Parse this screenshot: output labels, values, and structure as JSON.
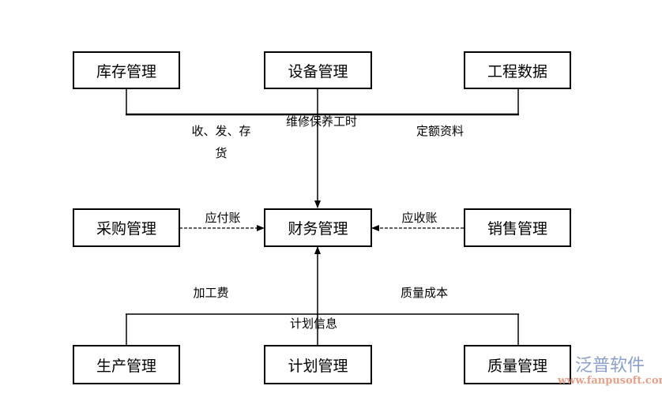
{
  "nodes": {
    "inventory": "库存管理",
    "equipment": "设备管理",
    "engineering": "工程数据",
    "purchasing": "采购管理",
    "finance": "财务管理",
    "sales": "销售管理",
    "production": "生产管理",
    "planning": "计划管理",
    "quality": "质量管理"
  },
  "edge_labels": {
    "inventory_line1": "收、发、存",
    "inventory_line2": "货",
    "equipment": "维修保养工时",
    "engineering": "定额资料",
    "purchasing": "应付账",
    "sales": "应收账",
    "production": "加工费",
    "quality": "质量成本",
    "planning": "计划信息"
  },
  "watermark": {
    "name": "泛普软件",
    "url": "www.fanpusoft.com"
  }
}
